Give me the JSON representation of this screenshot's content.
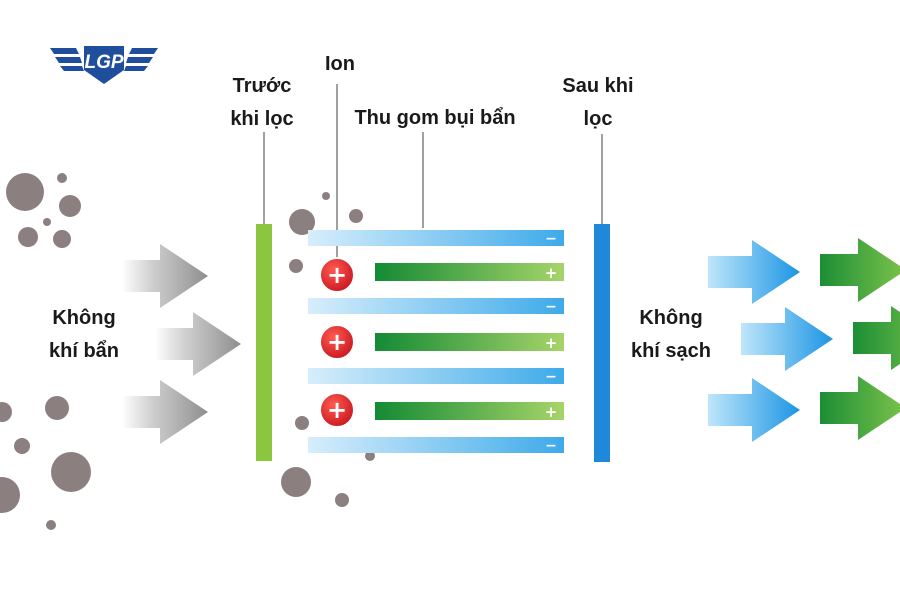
{
  "logo": {
    "text": "LGP"
  },
  "labels": {
    "before_filter": [
      "Trước",
      "khi lọc"
    ],
    "ion": "Ion",
    "dust_collection": "Thu gom bụi bẩn",
    "after_filter": [
      "Sau khi",
      "lọc"
    ],
    "dirty_air": [
      "Không",
      "khí bẩn"
    ],
    "clean_air": [
      "Không",
      "khí sạch"
    ]
  },
  "symbols": {
    "positive": "+",
    "negative": "−"
  },
  "colors": {
    "before_filter_bar": "#8cc63f",
    "after_filter_bar": "#1f88d8",
    "negative_plate": "#59b7ee",
    "positive_plate": "#1b9a3c",
    "ion_circle": "#e0232b",
    "particle": "#8c7f7f",
    "dirty_arrow": "#9c9c9c",
    "clean_arrow_blue": "#2aa3e8",
    "clean_arrow_green": "#36a83e",
    "logo": "#1f4f9c"
  }
}
